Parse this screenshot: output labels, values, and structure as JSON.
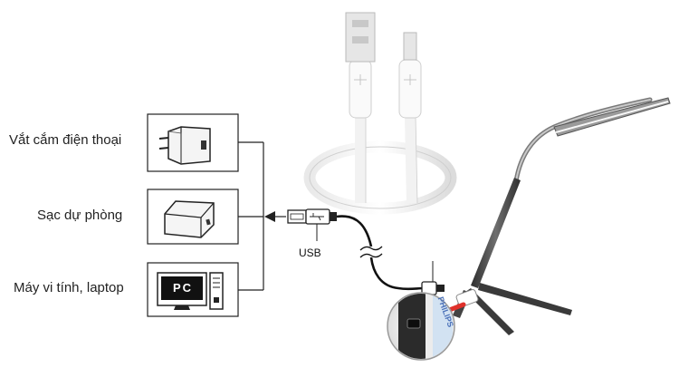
{
  "sources": [
    {
      "label": "Vắt cắm điện thoại",
      "icon": "wall-charger-icon"
    },
    {
      "label": "Sạc dự phòng",
      "icon": "power-bank-icon"
    },
    {
      "label": "Máy vi tính, laptop",
      "icon": "pc-monitor-icon"
    }
  ],
  "pc_screen_text": "PC",
  "usb_label": "USB",
  "lamp_brand": "PHILIPS",
  "colors": {
    "line": "#222222",
    "arrow": "#e0312b",
    "lamp_body": "#3c3c3c",
    "accent": "#4a70b8"
  }
}
